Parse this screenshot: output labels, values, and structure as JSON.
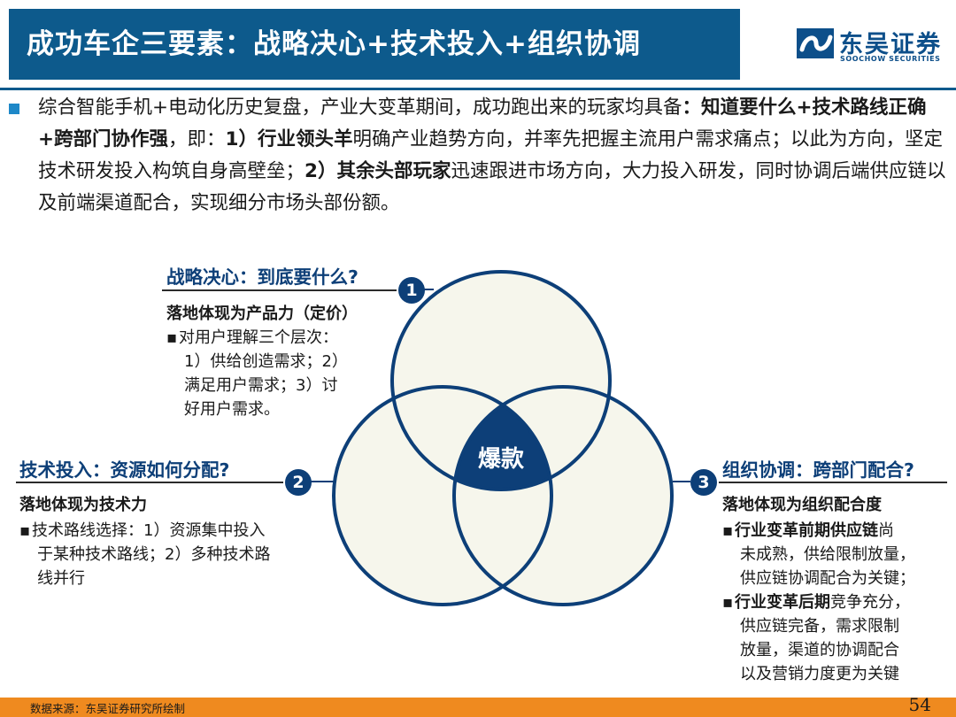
{
  "header": {
    "title": "成功车企三要素：战略决心+技术投入+组织协调",
    "logo_cn": "东吴证券",
    "logo_en": "SOOCHOW SECURITIES"
  },
  "intro": {
    "p1": "综合智能手机+电动化历史复盘，产业大变革期间，成功跑出来的玩家均具备",
    "b1": "：知道要什么+技术路线正确+跨部门协作强",
    "p2": "，即：",
    "b2": "1）行业领头羊",
    "p3": "明确产业趋势方向，并率先把握主流用户需求痛点；以此为方向，坚定技术研发投入构筑自身高壁垒；",
    "b3": "2）其余头部玩家",
    "p4": "迅速跟进市场方向，大力投入研发，同时协调后端供应链以及前端渠道配合，实现细分市场头部份额。"
  },
  "diagram": {
    "center_label": "爆款",
    "colors": {
      "navy": "#0d3f78",
      "fill": "#f6f6ec"
    },
    "nodes": [
      {
        "number": "1",
        "title": "战略决心：到底要什么?",
        "subtitle": "落地体现为产品力（定价）",
        "bullets": [
          [
            "▪",
            "对用户理解三个层次："
          ],
          [
            "",
            "1）供给创造需求；2）"
          ],
          [
            "",
            "满足用户需求；3）讨"
          ],
          [
            "",
            "好用户需求。"
          ]
        ]
      },
      {
        "number": "2",
        "title": "技术投入：资源如何分配?",
        "subtitle": "落地体现为技术力",
        "bullets": [
          [
            "▪",
            "技术路线选择：1）资源集中投入"
          ],
          [
            "",
            "于某种技术路线；2）多种技术路"
          ],
          [
            "",
            "线并行"
          ]
        ]
      },
      {
        "number": "3",
        "title": "组织协调：跨部门配合?",
        "subtitle": "落地体现为组织配合度",
        "bullets": [
          [
            "▪",
            "行业变革前期供应链",
            "尚"
          ],
          [
            "",
            "未成熟，供给限制放量，"
          ],
          [
            "",
            "供应链协调配合为关键；"
          ],
          [
            "▪",
            "行业变革后期",
            "竞争充分，"
          ],
          [
            "",
            "供应链完备，需求限制"
          ],
          [
            "",
            "放量，渠道的协调配合"
          ],
          [
            "",
            "以及营销力度更为关键"
          ]
        ]
      }
    ]
  },
  "footer": {
    "source": "数据来源：东吴证券研究所绘制",
    "page": "54"
  }
}
